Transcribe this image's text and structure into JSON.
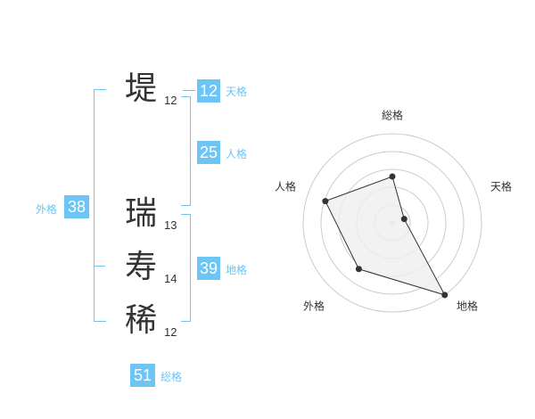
{
  "name_chars": [
    {
      "char": "堤",
      "strokes": "12"
    },
    {
      "char": "瑞",
      "strokes": "13"
    },
    {
      "char": "寿",
      "strokes": "14"
    },
    {
      "char": "稀",
      "strokes": "12"
    }
  ],
  "kaku": {
    "tenkaku": {
      "value": "12",
      "label": "天格"
    },
    "jinkaku": {
      "value": "25",
      "label": "人格"
    },
    "chikaku": {
      "value": "39",
      "label": "地格"
    },
    "gaikaku": {
      "value": "38",
      "label": "外格"
    },
    "soukaku": {
      "value": "51",
      "label": "総格"
    }
  },
  "colors": {
    "accent": "#6cc5f5",
    "text": "#333333",
    "radar_fill": "#efefef",
    "radar_ring": "#cccccc"
  },
  "chart_data": {
    "type": "radar",
    "axes": [
      "総格",
      "天格",
      "地格",
      "外格",
      "人格"
    ],
    "values": [
      0.52,
      0.14,
      1.0,
      0.64,
      0.79
    ],
    "rings": 5,
    "grid": true
  }
}
